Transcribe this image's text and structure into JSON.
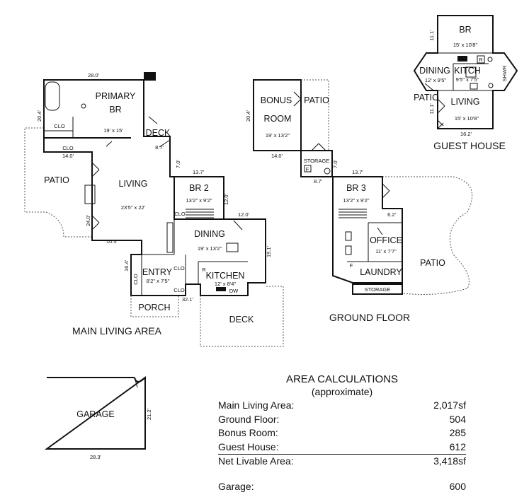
{
  "sections": {
    "main": "MAIN LIVING AREA",
    "ground": "GROUND FLOOR",
    "guest": "GUEST HOUSE"
  },
  "rooms": {
    "primary_br": [
      "PRIMARY",
      "BR"
    ],
    "primary_br_dim": "19' x 15'",
    "clo": "CLO",
    "deck": "DECK",
    "patio": "PATIO",
    "living": "LIVING",
    "living_dim": "23'5\" x 22'",
    "br2": "BR 2",
    "br2_dim": "13'2\" x 9'2\"",
    "dining": "DINING",
    "dining_dim": "19' x 13'2\"",
    "entry": "ENTRY",
    "entry_dim": "8'2\" x 7'5\"",
    "kitchen": "KITCHEN",
    "kitchen_dim": "12' x 8'4\"",
    "dw": "DW",
    "porch": "PORCH",
    "bonus": [
      "BONUS",
      "ROOM"
    ],
    "bonus_dim": "19' x 13'2\"",
    "storage": "STORAGE",
    "br3": "BR 3",
    "br3_dim": "13'2\" x 9'2\"",
    "office": "OFFICE",
    "office_dim": "11' x 7'7\"",
    "laundry": "LAUNDRY",
    "guest_br": "BR",
    "guest_br_dim": "15' x 10'8\"",
    "guest_dining": "DINING",
    "guest_dining_dim": "12' x 9'5\"",
    "guest_kitch": "KITCH",
    "guest_kitch_dim": "9'5\" x 7'5\"",
    "guest_living": "LIVING",
    "guest_living_dim": "15' x 10'8\"",
    "shwr": "SHWR",
    "garage": "GARAGE",
    "r": "R",
    "f": "F"
  },
  "dims": {
    "m_280": "28.0'",
    "m_204": "20.4'",
    "m_140": "14.0'",
    "m_87": "8.7'",
    "m_70": "7.0'",
    "m_137": "13.7'",
    "m_120": "12.0'",
    "m_120b": "12.0'",
    "m_240": "24.0'",
    "m_105": "10.5'",
    "m_164": "16.4'",
    "m_191": "19.1'",
    "m_321": "32.1'",
    "g_204": "20.4'",
    "g_140": "14.0'",
    "g_87": "8.7'",
    "g_70": "7.0'",
    "g_137": "13.7'",
    "g_62": "6.2'",
    "h_111a": "11.1'",
    "h_111b": "11.1'",
    "h_162": "16.2'",
    "gar_212": "21.2'",
    "gar_283": "28.3'"
  },
  "area": {
    "title": "AREA CALCULATIONS",
    "subtitle": "(approximate)",
    "rows": [
      {
        "label": "Main Living Area:",
        "value": "2,017sf"
      },
      {
        "label": "Ground Floor:",
        "value": "504"
      },
      {
        "label": "Bonus Room:",
        "value": "285"
      },
      {
        "label": "Guest House:",
        "value": "612"
      },
      {
        "label": "Net Livable Area:",
        "value": "3,418sf"
      },
      {
        "label": "Garage:",
        "value": "600"
      }
    ]
  }
}
